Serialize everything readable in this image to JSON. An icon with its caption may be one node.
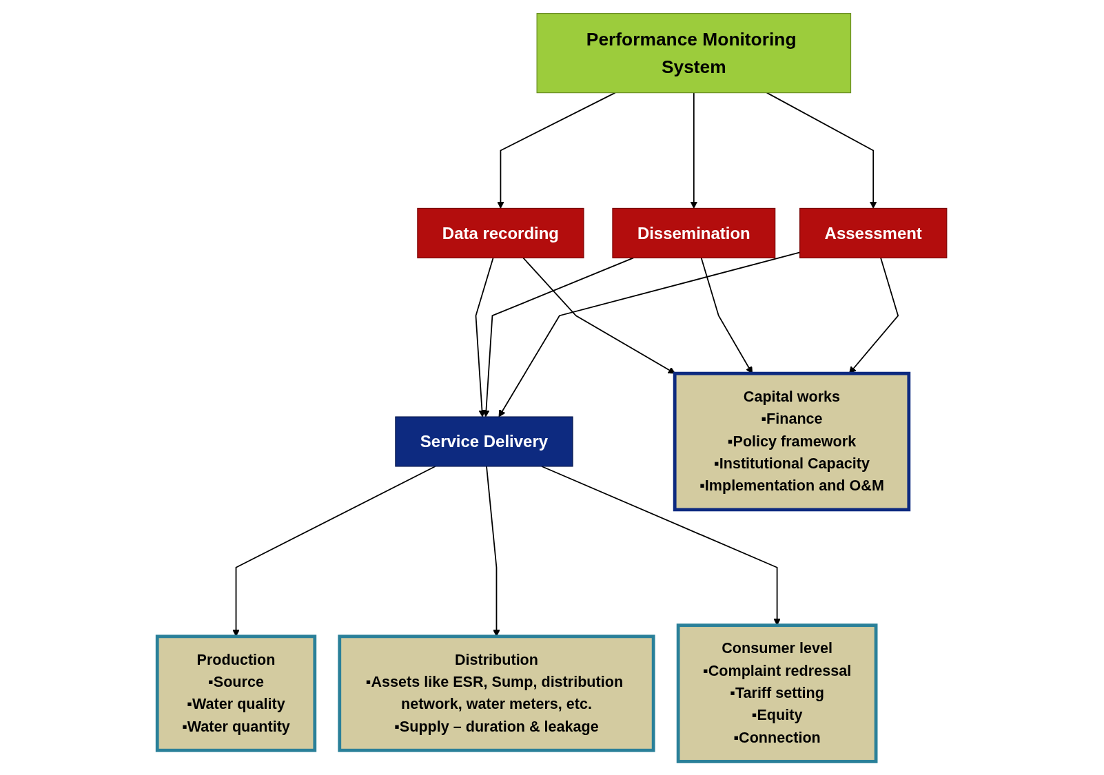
{
  "diagram": {
    "nodes": [
      {
        "text": [
          "Performance Monitoring System"
        ]
      },
      {
        "text": [
          "Data recording"
        ]
      },
      {
        "text": [
          "Dissemination"
        ]
      },
      {
        "text": [
          "Assessment"
        ]
      },
      {
        "text": [
          "Service Delivery"
        ]
      },
      {
        "text": [
          "Capital works",
          "▪Finance",
          "▪Policy framework",
          "▪Institutional Capacity",
          "▪Implementation and O&M"
        ]
      },
      {
        "text": [
          "Production",
          "▪Source",
          "▪Water quality",
          "▪Water quantity"
        ]
      },
      {
        "text": [
          "Distribution",
          "▪Assets like ESR, Sump, distribution network, water meters, etc.",
          "▪Supply – duration & leakage"
        ]
      },
      {
        "text": [
          "Consumer level",
          "▪Complaint redressal",
          "▪Tariff setting",
          "▪Equity",
          "▪Connection"
        ]
      }
    ],
    "edges": [
      {
        "from": 0,
        "to": 1,
        "arrow": "to"
      },
      {
        "from": 0,
        "to": 2,
        "arrow": "to"
      },
      {
        "from": 0,
        "to": 3,
        "arrow": "to"
      },
      {
        "from": 1,
        "to": 4,
        "arrow": "to"
      },
      {
        "from": 2,
        "to": 4,
        "arrow": "to"
      },
      {
        "from": 3,
        "to": 4,
        "arrow": "to"
      },
      {
        "from": 1,
        "to": 5,
        "arrow": "to"
      },
      {
        "from": 2,
        "to": 5,
        "arrow": "to"
      },
      {
        "from": 3,
        "to": 5,
        "arrow": "to"
      },
      {
        "from": 4,
        "to": 6,
        "arrow": "to"
      },
      {
        "from": 4,
        "to": 7,
        "arrow": "to"
      },
      {
        "from": 4,
        "to": 8,
        "arrow": "to"
      }
    ]
  }
}
